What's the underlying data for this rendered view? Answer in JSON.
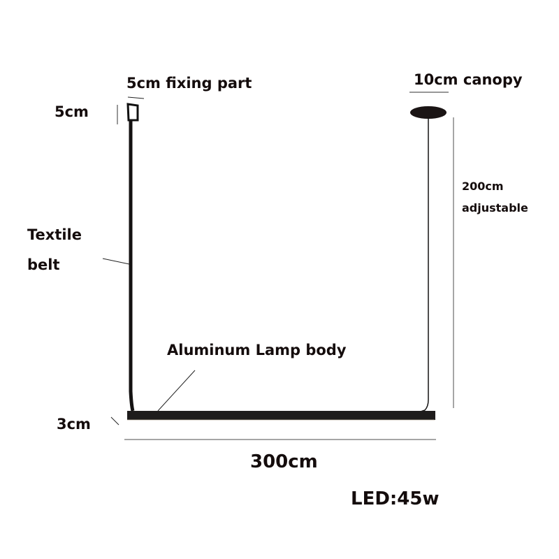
{
  "labels": {
    "fixing_part": "5cm fixing part",
    "fixing_height": "5cm",
    "canopy": "10cm canopy",
    "cable_length_line1": "200cm",
    "cable_length_line2": "adjustable",
    "belt_line1": "Textile",
    "belt_line2": "belt",
    "lamp_body": "Aluminum Lamp body",
    "bar_height": "3cm",
    "bar_length": "300cm",
    "power": "LED:45w"
  },
  "colors": {
    "text": "#140c0c",
    "lamp": "#1e1c1c",
    "dimension_line": "#7a7a7a",
    "leader_line": "#222222",
    "background": "#ffffff"
  }
}
